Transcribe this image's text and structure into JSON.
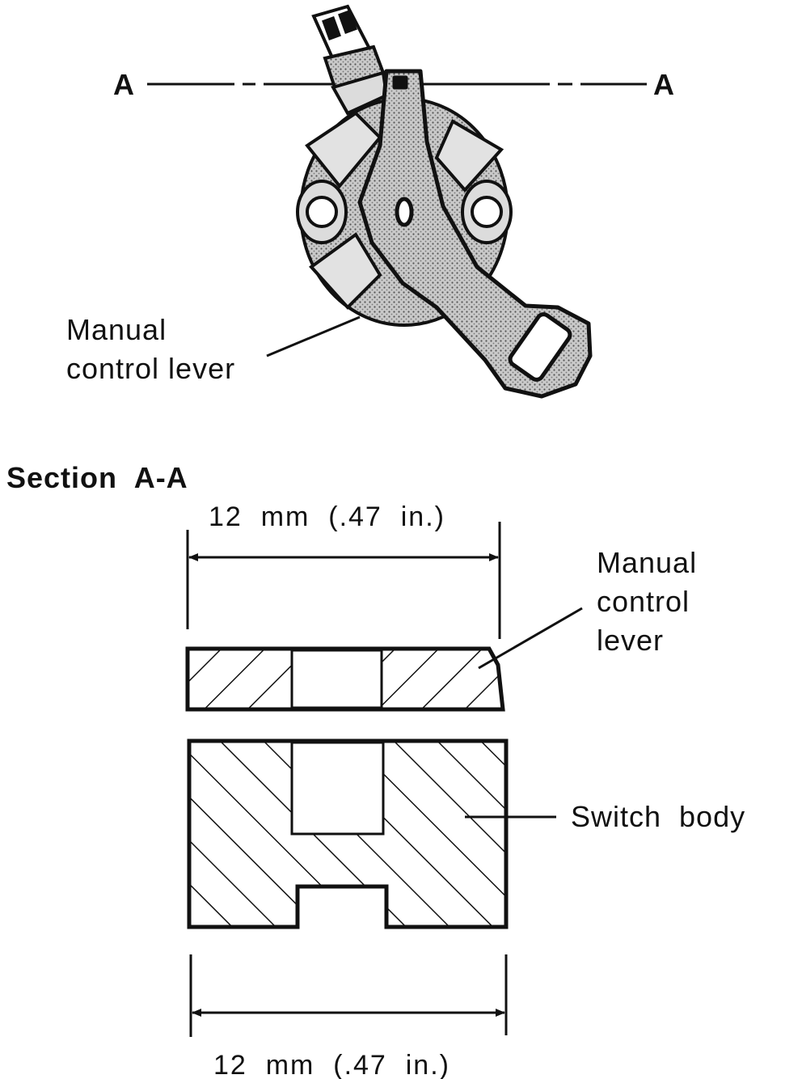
{
  "top_view": {
    "section_mark_left": "A",
    "section_mark_right": "A",
    "callout_lever_line1": "Manual",
    "callout_lever_line2": "control lever"
  },
  "section": {
    "title": "Section  A-A",
    "dimension_top": "12  mm  (.47  in.)",
    "dimension_bottom": "12  mm  (.47  in.)",
    "callout_lever_line1": "Manual",
    "callout_lever_line2": "control",
    "callout_lever_line3": "lever",
    "callout_body": "Switch  body"
  },
  "colors": {
    "ink": "#111111",
    "shade": "#b8b8b8",
    "paper": "#ffffff"
  }
}
